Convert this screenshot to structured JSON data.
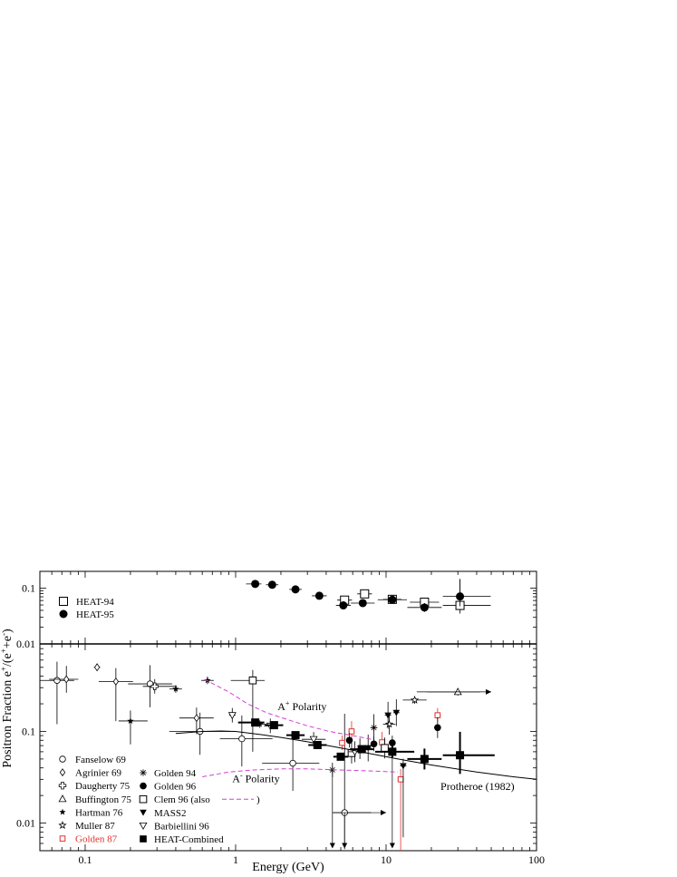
{
  "chart_data": {
    "type": "scatter",
    "xlabel": "Energy (GeV)",
    "ylabel_base": "Positron Fraction e",
    "ylabel_sup1": "+",
    "ylabel_mid": "/(e",
    "ylabel_sup2": "+",
    "ylabel_mid2": "+e",
    "ylabel_sup3": "-",
    "ylabel_end": ")",
    "x_scale": "log",
    "y_scale": "log",
    "xlim": [
      0.05,
      100
    ],
    "x_ticks": [
      "0.1",
      "1",
      "10",
      "100"
    ],
    "top_panel": {
      "ylim": [
        0.01,
        0.2
      ],
      "y_ticks": [
        "0.1",
        "0.01"
      ],
      "legend": [
        {
          "marker": "open-square",
          "label": "HEAT-94"
        },
        {
          "marker": "filled-circle",
          "label": "HEAT-95"
        }
      ],
      "series": [
        {
          "name": "HEAT-94",
          "marker": "open-square",
          "points": [
            [
              5.3,
              0.061
            ],
            [
              7.2,
              0.079
            ],
            [
              11.0,
              0.063
            ],
            [
              18.0,
              0.056
            ],
            [
              31.0,
              0.049
            ]
          ]
        },
        {
          "name": "HEAT-95",
          "marker": "filled-circle",
          "points": [
            [
              1.35,
              0.119
            ],
            [
              1.75,
              0.115
            ],
            [
              2.5,
              0.095
            ],
            [
              3.6,
              0.073
            ],
            [
              5.2,
              0.049
            ],
            [
              7.0,
              0.054
            ],
            [
              11.0,
              0.062
            ],
            [
              18.0,
              0.045
            ],
            [
              31.0,
              0.071
            ]
          ]
        }
      ]
    },
    "bottom_panel": {
      "ylim": [
        0.005,
        0.9
      ],
      "y_ticks": [
        "0.1",
        "0.01"
      ],
      "annotations": [
        "A",
        "+",
        " Polarity",
        "A",
        "-",
        " Polarity",
        "Protheroe (1982)"
      ],
      "legend_col1": [
        {
          "marker": "open-circle",
          "label": "Fanselow 69"
        },
        {
          "marker": "open-diamond",
          "label": "Agrinier 69"
        },
        {
          "marker": "open-cross",
          "label": "Daugherty 75"
        },
        {
          "marker": "open-triangle",
          "label": "Buffington 75"
        },
        {
          "marker": "filled-star",
          "label": "Hartman 76"
        },
        {
          "marker": "open-star",
          "label": "Muller 87"
        },
        {
          "marker": "red-open-square",
          "label": "Golden 87"
        }
      ],
      "legend_col2": [
        {
          "marker": "asterisk",
          "label": "Golden 94"
        },
        {
          "marker": "filled-circle",
          "label": "Golden 96"
        },
        {
          "marker": "open-square",
          "label": "Clem 96  (also"
        },
        {
          "marker": "filled-triangle-down",
          "label": "MASS2"
        },
        {
          "marker": "open-triangle-down",
          "label": "Barbiellini 96"
        },
        {
          "marker": "filled-square",
          "label": "HEAT-Combined"
        }
      ],
      "legend_suffix": ")",
      "series": [
        {
          "name": "Fanselow 69",
          "marker": "open-circle",
          "points": [
            [
              0.065,
              0.36
            ],
            [
              0.27,
              0.33
            ],
            [
              0.58,
              0.1
            ],
            [
              1.1,
              0.083
            ],
            [
              2.4,
              0.045
            ],
            [
              5.3,
              0.013
            ]
          ]
        },
        {
          "name": "Agrinier 69",
          "marker": "open-diamond",
          "points": [
            [
              0.075,
              0.37
            ],
            [
              0.12,
              0.5
            ],
            [
              0.16,
              0.35
            ],
            [
              0.55,
              0.14
            ]
          ]
        },
        {
          "name": "Daugherty 75",
          "marker": "open-cross",
          "points": [
            [
              0.29,
              0.31
            ]
          ]
        },
        {
          "name": "Buffington 75",
          "marker": "open-triangle",
          "points": [
            [
              30.0,
              0.27
            ]
          ]
        },
        {
          "name": "Hartman 76",
          "marker": "filled-star",
          "points": [
            [
              0.2,
              0.13
            ],
            [
              0.4,
              0.29
            ],
            [
              0.65,
              0.36
            ],
            [
              1.45,
              0.12
            ]
          ]
        },
        {
          "name": "Muller 87",
          "marker": "open-star",
          "points": [
            [
              15.5,
              0.22
            ],
            [
              10.5,
              0.12
            ]
          ]
        },
        {
          "name": "Golden 87",
          "marker": "red-open-square",
          "points": [
            [
              5.9,
              0.1
            ],
            [
              9.4,
              0.076
            ],
            [
              12.5,
              0.03
            ],
            [
              22.0,
              0.15
            ],
            [
              5.1,
              0.075
            ]
          ]
        },
        {
          "name": "Golden 94",
          "marker": "asterisk",
          "points": [
            [
              4.4,
              0.038
            ],
            [
              8.3,
              0.11
            ],
            [
              6.7,
              0.065
            ]
          ]
        },
        {
          "name": "Golden 96",
          "marker": "filled-circle",
          "points": [
            [
              5.7,
              0.08
            ],
            [
              8.3,
              0.073
            ],
            [
              11.0,
              0.075
            ],
            [
              22.0,
              0.11
            ]
          ]
        },
        {
          "name": "Clem 96",
          "marker": "open-square",
          "points": [
            [
              1.3,
              0.36
            ],
            [
              5.9,
              0.058
            ],
            [
              9.8,
              0.066
            ]
          ]
        },
        {
          "name": "MASS2",
          "marker": "filled-triangle-down",
          "points": [
            [
              7.6,
              0.066
            ],
            [
              10.3,
              0.15
            ],
            [
              11.7,
              0.16
            ],
            [
              13.0,
              0.042
            ]
          ]
        },
        {
          "name": "Barbiellini 96",
          "marker": "open-triangle-down",
          "points": [
            [
              0.95,
              0.15
            ],
            [
              1.7,
              0.115
            ],
            [
              3.3,
              0.082
            ],
            [
              6.2,
              0.06
            ]
          ]
        },
        {
          "name": "HEAT-Combined",
          "marker": "filled-square",
          "points": [
            [
              1.35,
              0.125
            ],
            [
              1.8,
              0.117
            ],
            [
              2.5,
              0.091
            ],
            [
              3.5,
              0.071
            ],
            [
              5.0,
              0.053
            ],
            [
              6.9,
              0.064
            ],
            [
              11.0,
              0.06
            ],
            [
              18.0,
              0.05
            ],
            [
              31.0,
              0.055
            ]
          ]
        }
      ]
    }
  }
}
